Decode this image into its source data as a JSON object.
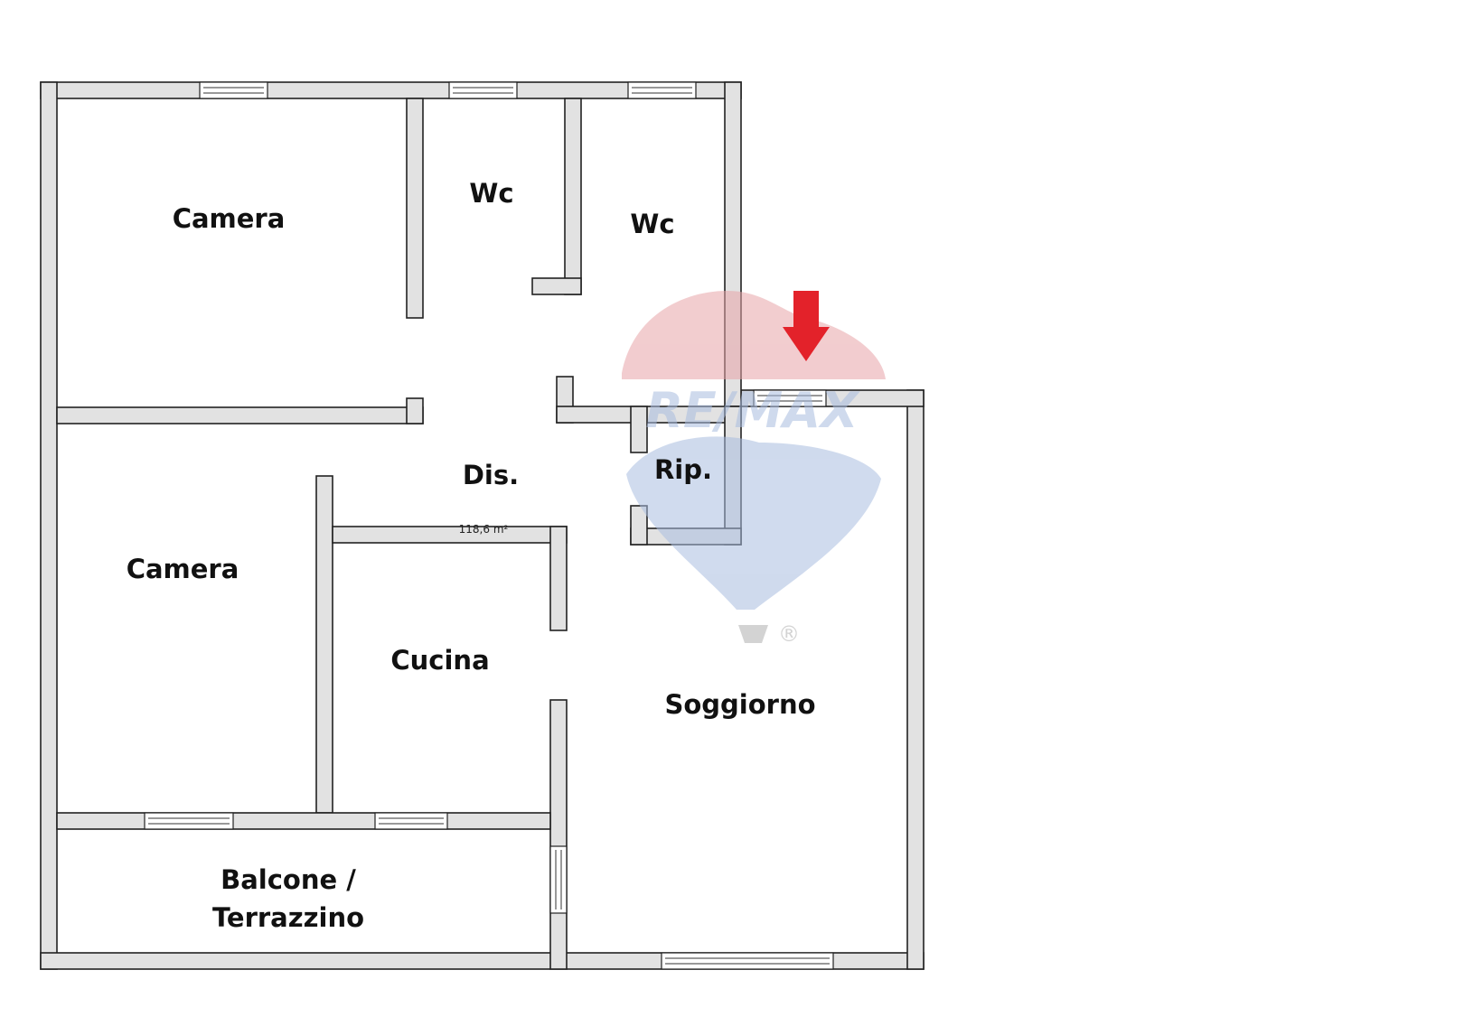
{
  "floorplan": {
    "total_area": "118,6 m²",
    "rooms": {
      "camera_top": "Camera",
      "wc_left": "Wc",
      "wc_right": "Wc",
      "camera_bottom": "Camera",
      "dis": "Dis.",
      "rip": "Rip.",
      "cucina": "Cucina",
      "soggiorno": "Soggiorno",
      "balcone_line1": "Balcone /",
      "balcone_line2": "Terrazzino"
    }
  },
  "watermark": {
    "brand": "RE/MAX",
    "registered": "®"
  },
  "colors": {
    "wall_fill": "#e2e2e2",
    "wall_stroke": "#222222",
    "arrow": "#e3222a",
    "logo_red": "#e8a4a8",
    "logo_blue": "#a9bde0"
  },
  "icons": {
    "entrance": "entrance-arrow-icon"
  }
}
